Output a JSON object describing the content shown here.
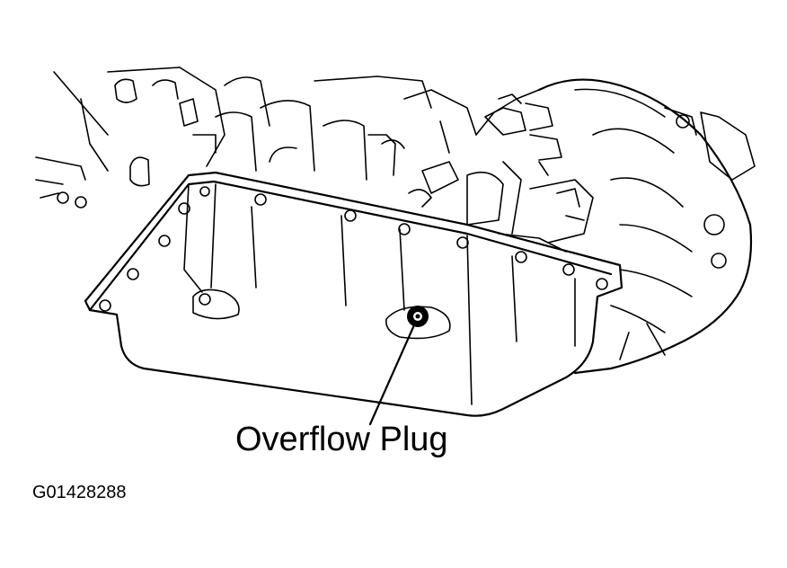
{
  "diagram": {
    "callout": {
      "label": "Overflow Plug",
      "target": "overflow-plug"
    },
    "figure_id": "G01428288",
    "colors": {
      "ink": "#000000",
      "background": "#ffffff"
    }
  }
}
